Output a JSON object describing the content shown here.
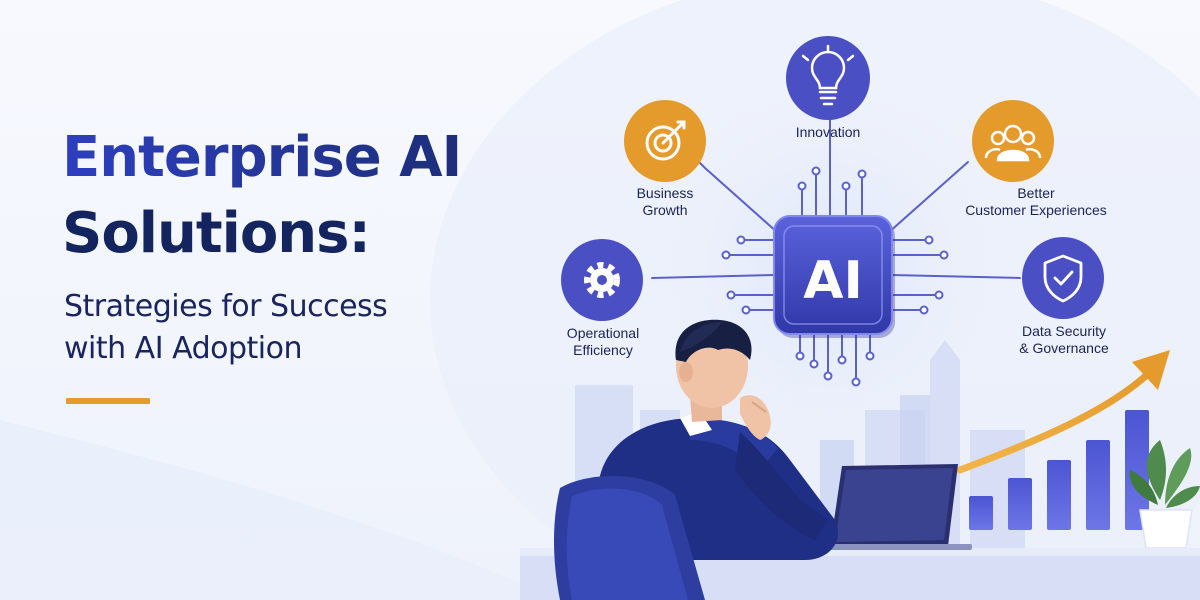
{
  "hero": {
    "title_line1": "Enterprise AI",
    "title_line2": "Solutions:",
    "subtitle_line1": "Strategies for Success",
    "subtitle_line2": "with AI Adoption"
  },
  "chip": {
    "label": "AI"
  },
  "nodes": {
    "innovation": {
      "line1": "Innovation",
      "icon": "lightbulb-icon"
    },
    "business_growth": {
      "line1": "Business",
      "line2": "Growth",
      "icon": "target-icon"
    },
    "customer_experiences": {
      "line1": "Better",
      "line2": "Customer Experiences",
      "icon": "users-icon"
    },
    "operational_efficiency": {
      "line1": "Operational",
      "line2": "Efficiency",
      "icon": "gear-icon"
    },
    "data_security": {
      "line1": "Data Security",
      "line2": "& Governance",
      "icon": "shield-check-icon"
    }
  },
  "colors": {
    "primary": "#4b4fc4",
    "accent": "#e59a2c",
    "navy": "#1d2e7a"
  }
}
